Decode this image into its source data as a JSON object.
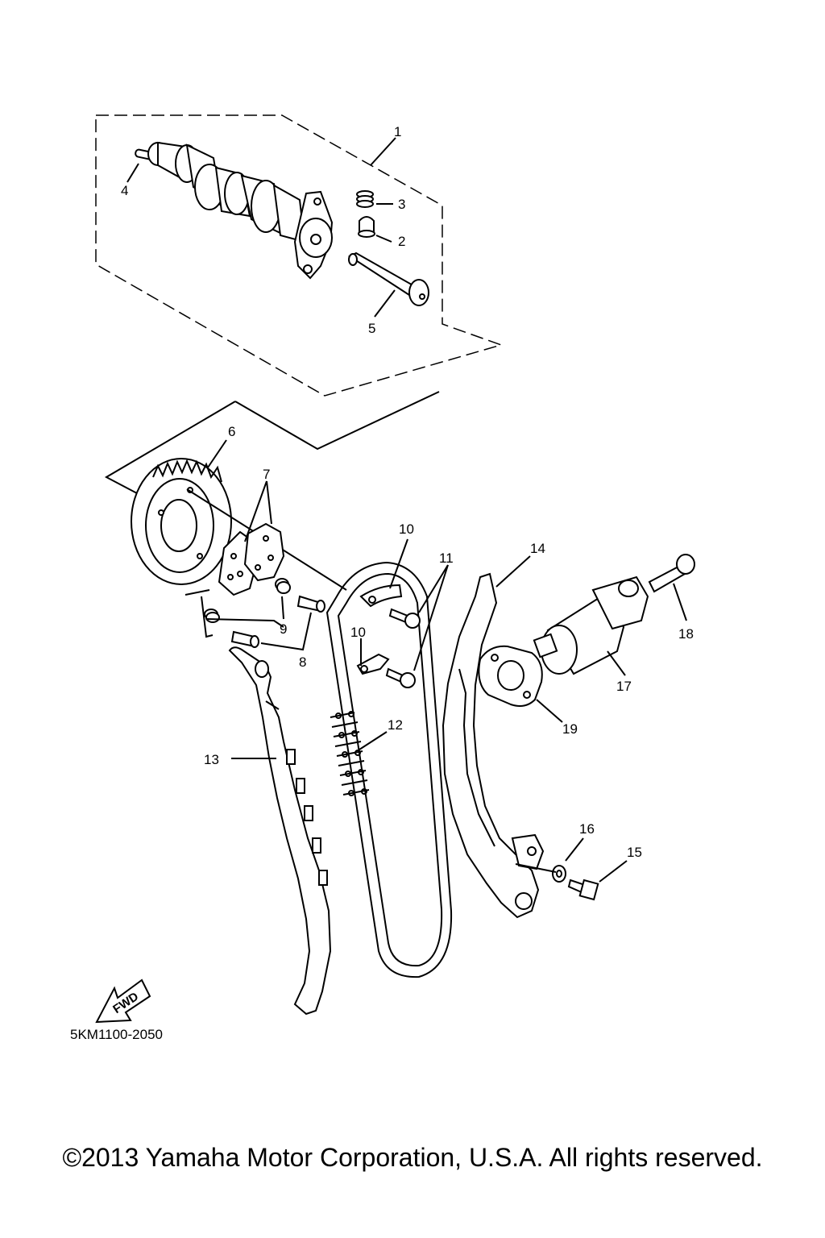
{
  "diagram": {
    "code": "5KM1100-2050",
    "fwd_label": "FWD",
    "copyright": "©2013 Yamaha Motor Corporation, U.S.A. All rights reserved.",
    "callouts": {
      "c1": "1",
      "c2": "2",
      "c3": "3",
      "c4": "4",
      "c5": "5",
      "c6": "6",
      "c7": "7",
      "c8": "8",
      "c9": "9",
      "c10a": "10",
      "c10b": "10",
      "c11": "11",
      "c12": "12",
      "c13": "13",
      "c14": "14",
      "c15": "15",
      "c16": "16",
      "c17": "17",
      "c18": "18",
      "c19": "19"
    }
  }
}
